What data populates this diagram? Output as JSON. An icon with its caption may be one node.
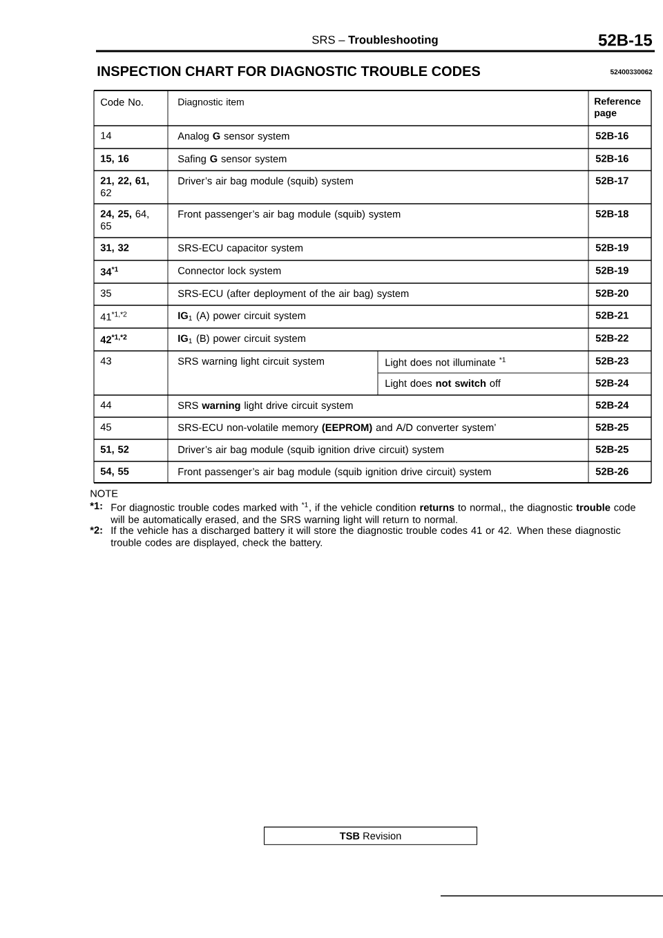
{
  "diagram": {
    "title": "INSPECTION CHART FOR DIAGNOSTIC TROUBLE CODES",
    "labels": [
      "SRS – **Troubleshooting**",
      "52B-15",
      "52400330062",
      "Code No.",
      "Diagnostic item",
      "Reference page",
      "14",
      "Analog **G** sensor system",
      "52B-16",
      "**15, 16**",
      "Safing **G** sensor system",
      "52B-16",
      "**21, 22, 61,** 62",
      "Driver’s air bag module (squib) system",
      "52B-17",
      "**24, 25,** 64, 65",
      "Front passenger’s air bag module (squib) system",
      "52B-18",
      "**31, 32**",
      "SRS-ECU capacitor system",
      "52B-19",
      "**34$^{*1}$**",
      "Connector lock system",
      "52B-19",
      "35",
      "SRS-ECU (after deployment of the air bag) system",
      "52B-20",
      "41$^{*1,*2}$",
      "**IG**$_{1}$ (A) power circuit system",
      "52B-21",
      "**42$^{*1,*2}$**",
      "**IG**$_{1}$ (B) power circuit system",
      "52B-22",
      "43",
      "SRS warning light circuit system",
      "Light does not illuminate $^{*1}$",
      "52B-23",
      "Light does **not switch** off",
      "52B-24",
      "44",
      "SRS **warning** light drive circuit system",
      "52B-24",
      "45",
      "SRS-ECU non-volatile memory **(EEPROM)** and A/D converter system’",
      "52B-25",
      "**51, 52**",
      "Driver’s air bag module (squib ignition drive circuit) system",
      "52B-25",
      "**54, 55**",
      "Front passenger’s air bag module (squib ignition drive circuit) system",
      "52B-26",
      "NOTE",
      "*1:",
      "For diagnostic trouble codes marked with $^{*1}$, if the vehicle condition **returns** to normal,, the diagnostic **trouble** code will be automatically erased, and the SRS warning light will return to normal.",
      "*2:",
      "If the vehicle has a discharged battery it will store the diagnostic trouble codes 41 or 42. When these diagnostic trouble codes are displayed, check the battery.",
      "**TSB** Revision"
    ]
  }
}
